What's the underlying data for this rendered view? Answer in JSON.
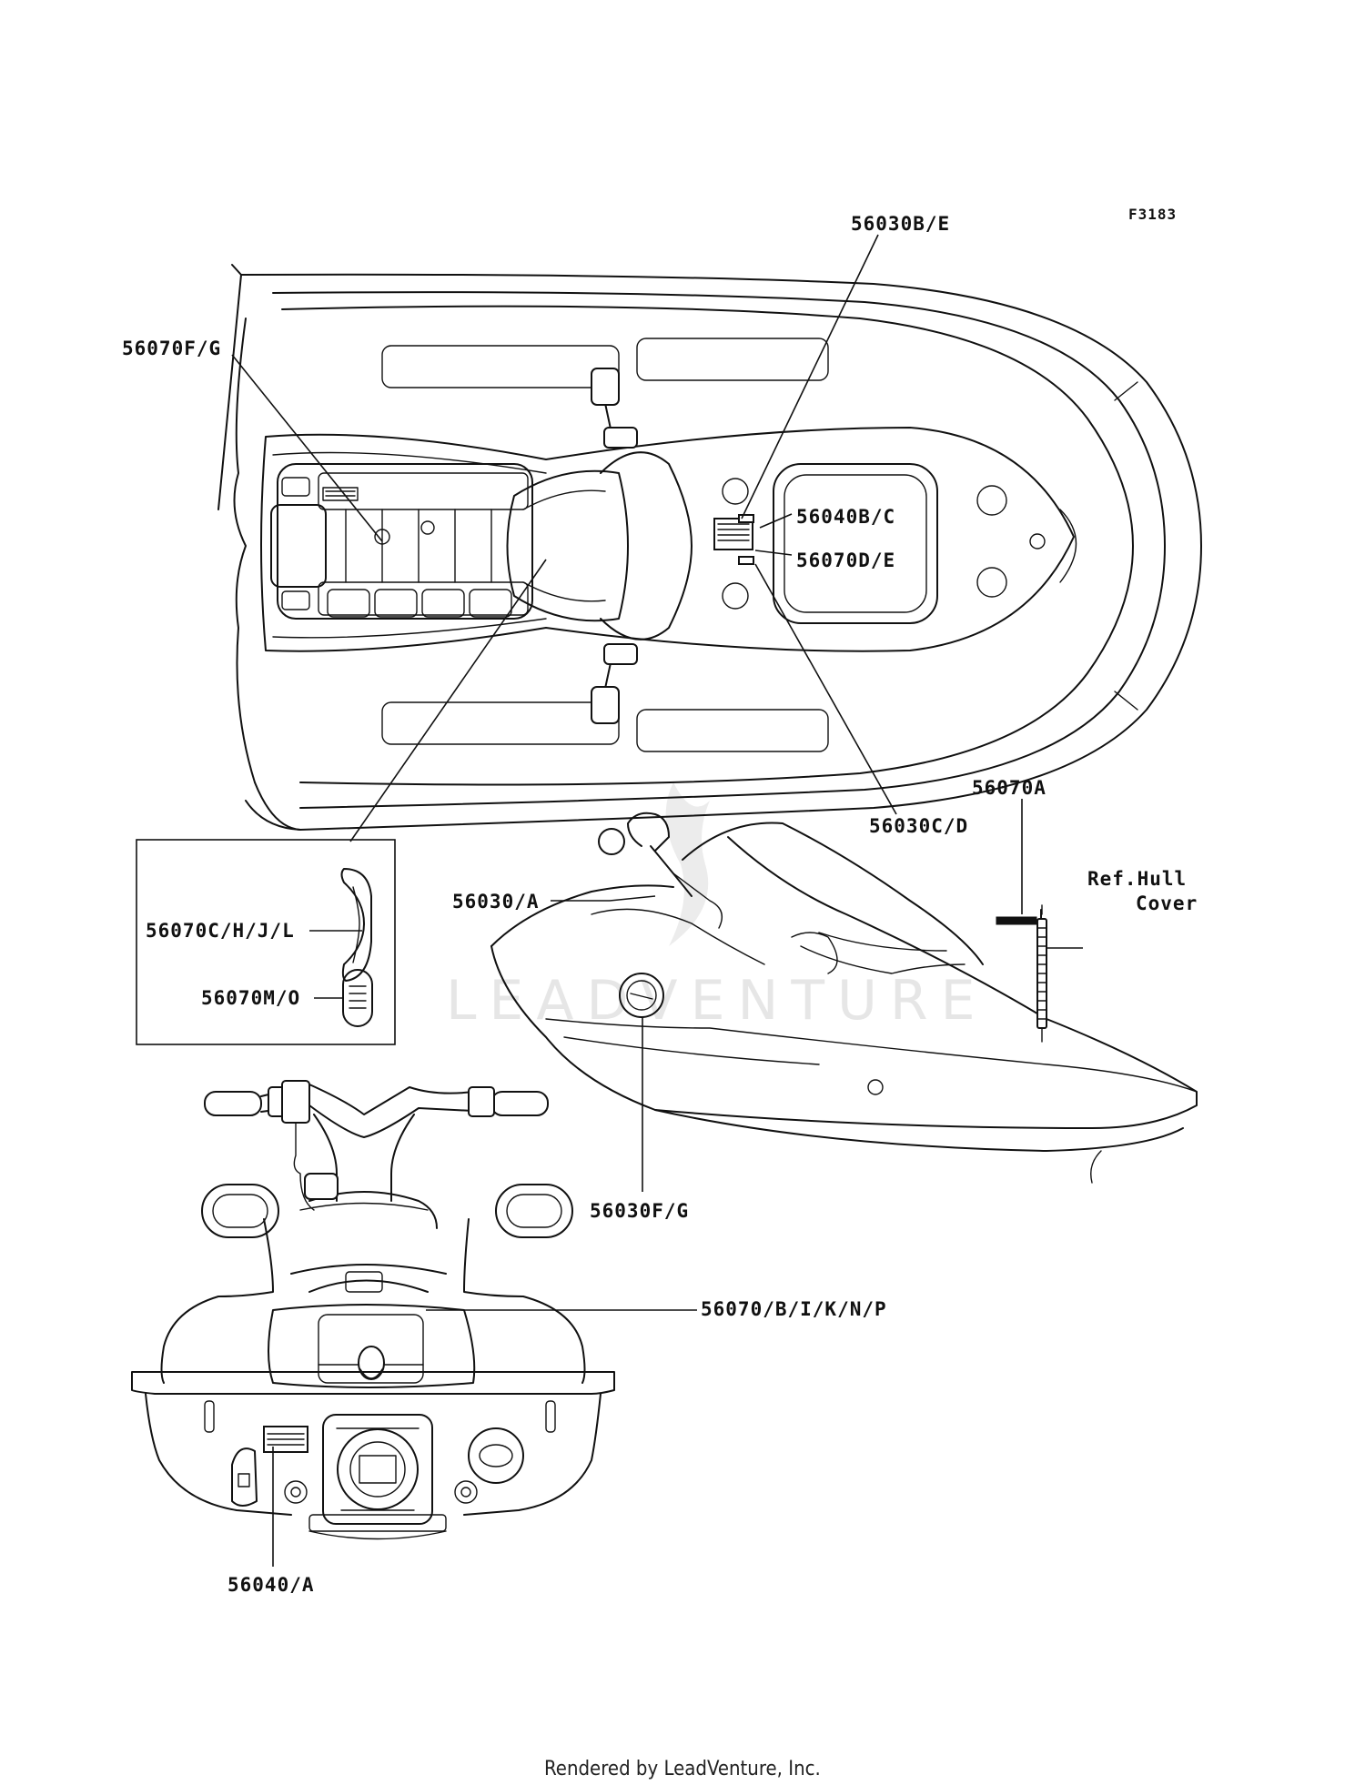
{
  "figure_code": "F3183",
  "labels": {
    "l_56030be": "56030B/E",
    "l_56070fg": "56070F/G",
    "l_56040bc": "56040B/C",
    "l_56070de": "56070D/E",
    "l_56030cd": "56030C/D",
    "l_56070a": "56070A",
    "l_ref_hull_1": "Ref.Hull",
    "l_ref_hull_2": "Cover",
    "l_56030a": "56030/A",
    "l_56070chjl": "56070C/H/J/L",
    "l_56070mo": "56070M/O",
    "l_56030fg": "56030F/G",
    "l_56070biknp": "56070/B/I/K/N/P",
    "l_56040a": "56040/A"
  },
  "watermark": "LEADVENTURE",
  "footer": "Rendered by LeadVenture, Inc.",
  "colors": {
    "ink": "#111111",
    "background": "#ffffff",
    "watermark": "#e6e6e6"
  }
}
